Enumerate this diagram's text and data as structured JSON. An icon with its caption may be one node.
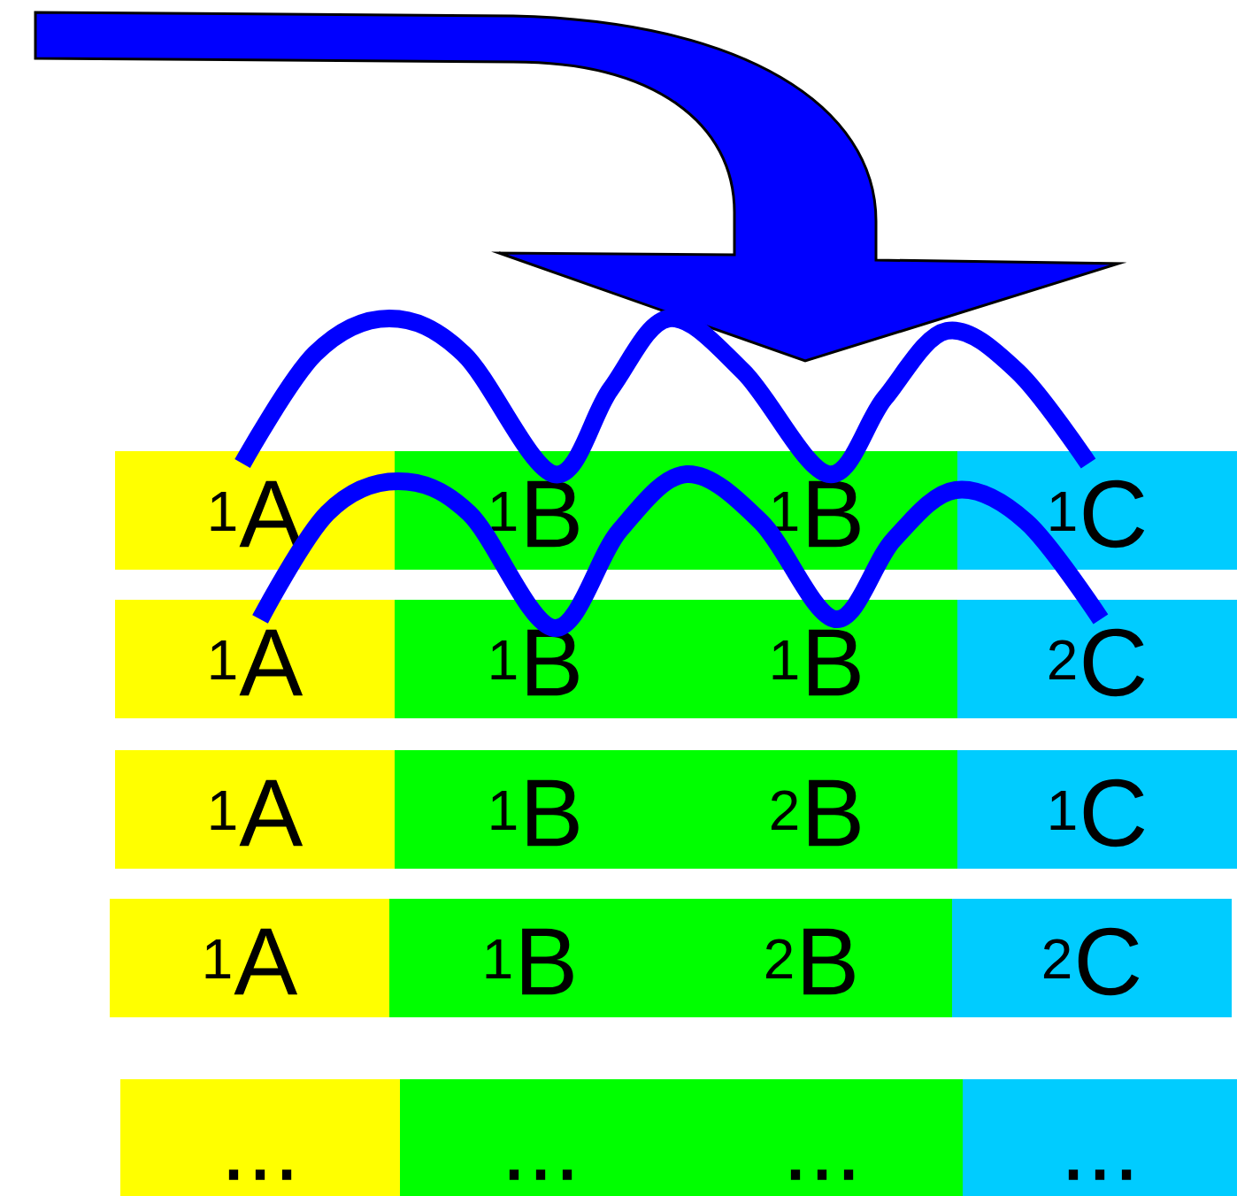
{
  "diagram": {
    "nodes": [
      {
        "text": [
          "$^{1}$A"
        ]
      },
      {
        "text": [
          "$^{1}$B",
          "$^{1}$B"
        ]
      },
      {
        "text": [
          "$^{1}$C"
        ]
      },
      {
        "text": [
          "$^{1}$A"
        ]
      },
      {
        "text": [
          "$^{1}$B",
          "$^{1}$B"
        ]
      },
      {
        "text": [
          "$^{2}$C"
        ]
      },
      {
        "text": [
          "$^{1}$A"
        ]
      },
      {
        "text": [
          "$^{1}$B",
          "$^{2}$B"
        ]
      },
      {
        "text": [
          "$^{1}$C"
        ]
      },
      {
        "text": [
          "$^{1}$A"
        ]
      },
      {
        "text": [
          "$^{1}$B",
          "$^{2}$B"
        ]
      },
      {
        "text": [
          "$^{2}$C"
        ]
      },
      {
        "text": [
          "..."
        ]
      },
      {
        "text": [
          "...",
          "..."
        ]
      },
      {
        "text": [
          "..."
        ]
      }
    ]
  }
}
